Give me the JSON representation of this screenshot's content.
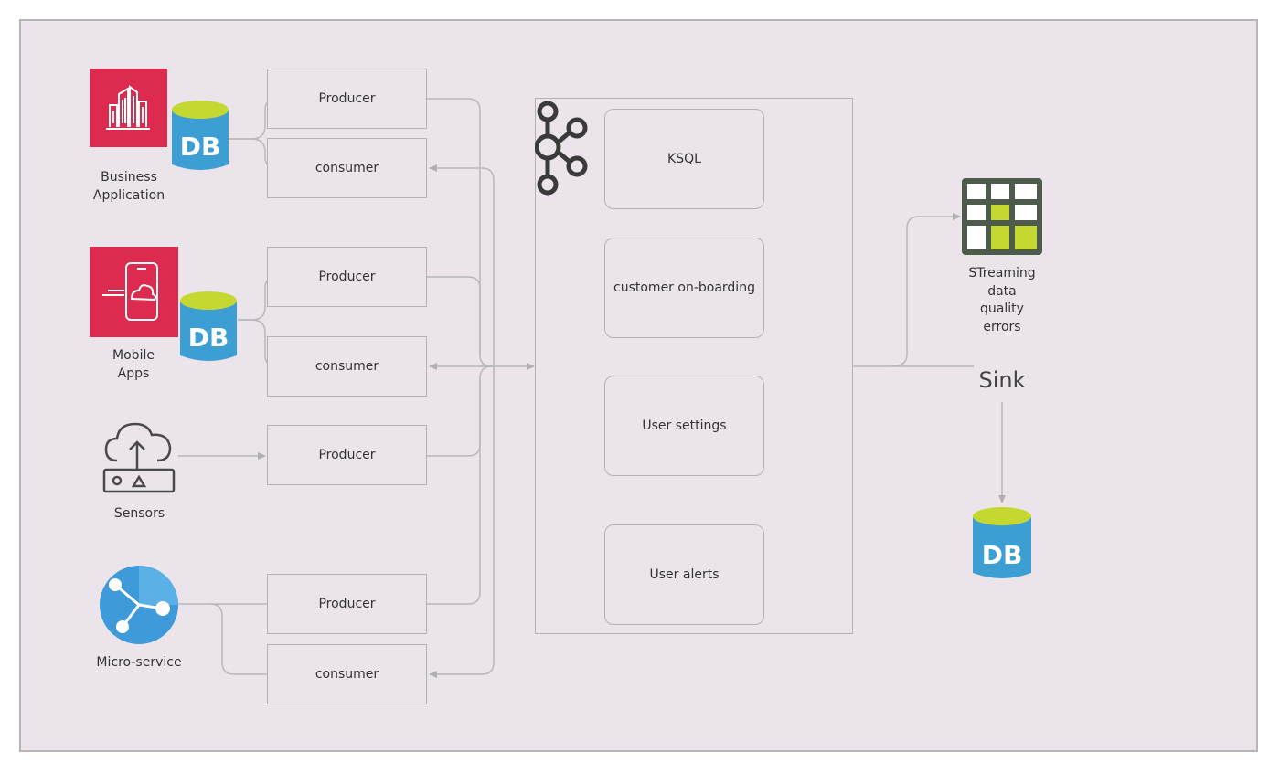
{
  "sources": {
    "business": {
      "label_line1": "Business",
      "label_line2": "Application",
      "db": "DB"
    },
    "mobile": {
      "label_line1": "Mobile",
      "label_line2": "Apps",
      "db": "DB"
    },
    "sensors": {
      "label": "Sensors"
    },
    "microservice": {
      "label": "Micro-service"
    }
  },
  "clients": {
    "business_producer": "Producer",
    "business_consumer": "consumer",
    "mobile_producer": "Producer",
    "mobile_consumer": "consumer",
    "sensors_producer": "Producer",
    "micro_producer": "Producer",
    "micro_consumer": "consumer"
  },
  "kafka": {
    "apps": [
      "KSQL",
      "customer on-boarding",
      "User settings",
      "User alerts"
    ]
  },
  "outputs": {
    "dq_line1": "STreaming",
    "dq_line2": "data",
    "dq_line3": "quality",
    "dq_line4": "errors",
    "sink": "Sink",
    "sink_db": "DB"
  },
  "colors": {
    "background": "#ebe5eb",
    "border": "#b3b3b3",
    "brand_pink": "#dd2a4f",
    "db_blue": "#3d9ed3",
    "db_lime": "#c5d832",
    "grid_dark": "#4d5b4d",
    "kafka_dark": "#3a3a3a",
    "azure_blue": "#3e9ad9"
  }
}
